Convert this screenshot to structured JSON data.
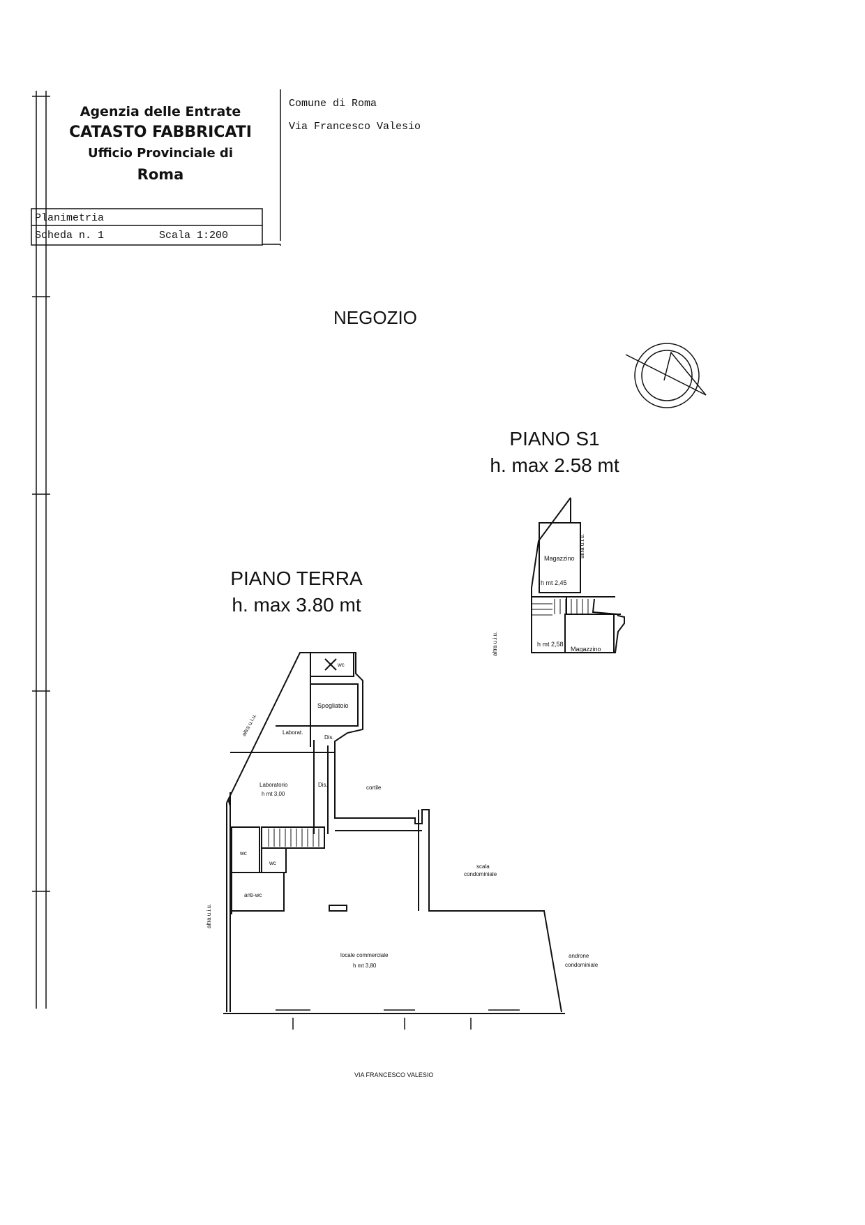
{
  "header": {
    "agency": "Agenzia delle Entrate",
    "registry": "CATASTO FABBRICATI",
    "office": "Ufficio Provinciale di",
    "city": "Roma",
    "municipality": "Comune di Roma",
    "street": "Via Francesco Valesio"
  },
  "table": {
    "type": "Planimetria",
    "sheet": "Scheda n. 1",
    "scale": "Scala 1:200"
  },
  "title": "NEGOZIO",
  "floors": {
    "s1": {
      "name": "PIANO S1",
      "height": "h. max 2.58 mt"
    },
    "ground": {
      "name": "PIANO TERRA",
      "height": "h. max 3.80 mt"
    }
  },
  "rooms_s1": {
    "magazzino_top": "Magazzino",
    "h_top": "h mt 2,45",
    "magazzino_bottom": "Magazzino",
    "h_bottom": "h mt 2,58",
    "altra_right": "altra u.i.u.",
    "altra_left": "altra u.i.u."
  },
  "rooms_ground": {
    "wc_top": "wc",
    "spogliatoio": "Spogliatoio",
    "laborat": "Laborat.",
    "dis_1": "Dis.",
    "laboratorio": "Laboratorio",
    "h_lab": "h mt 3,00",
    "dis_2": "Dis.",
    "cortile": "cortile",
    "wc_1": "wc",
    "wc_2": "wc",
    "antiwc": "anti-wc",
    "scala": "scala",
    "condominiale_1": "condominiale",
    "locale": "locale commerciale",
    "h_locale": "h mt 3,80",
    "androne": "androne",
    "condominiale_2": "condominiale",
    "altra_diag": "altra u.i.u.",
    "altra_left": "altra u.i.u."
  },
  "street_label": "VIA FRANCESCO VALESIO"
}
